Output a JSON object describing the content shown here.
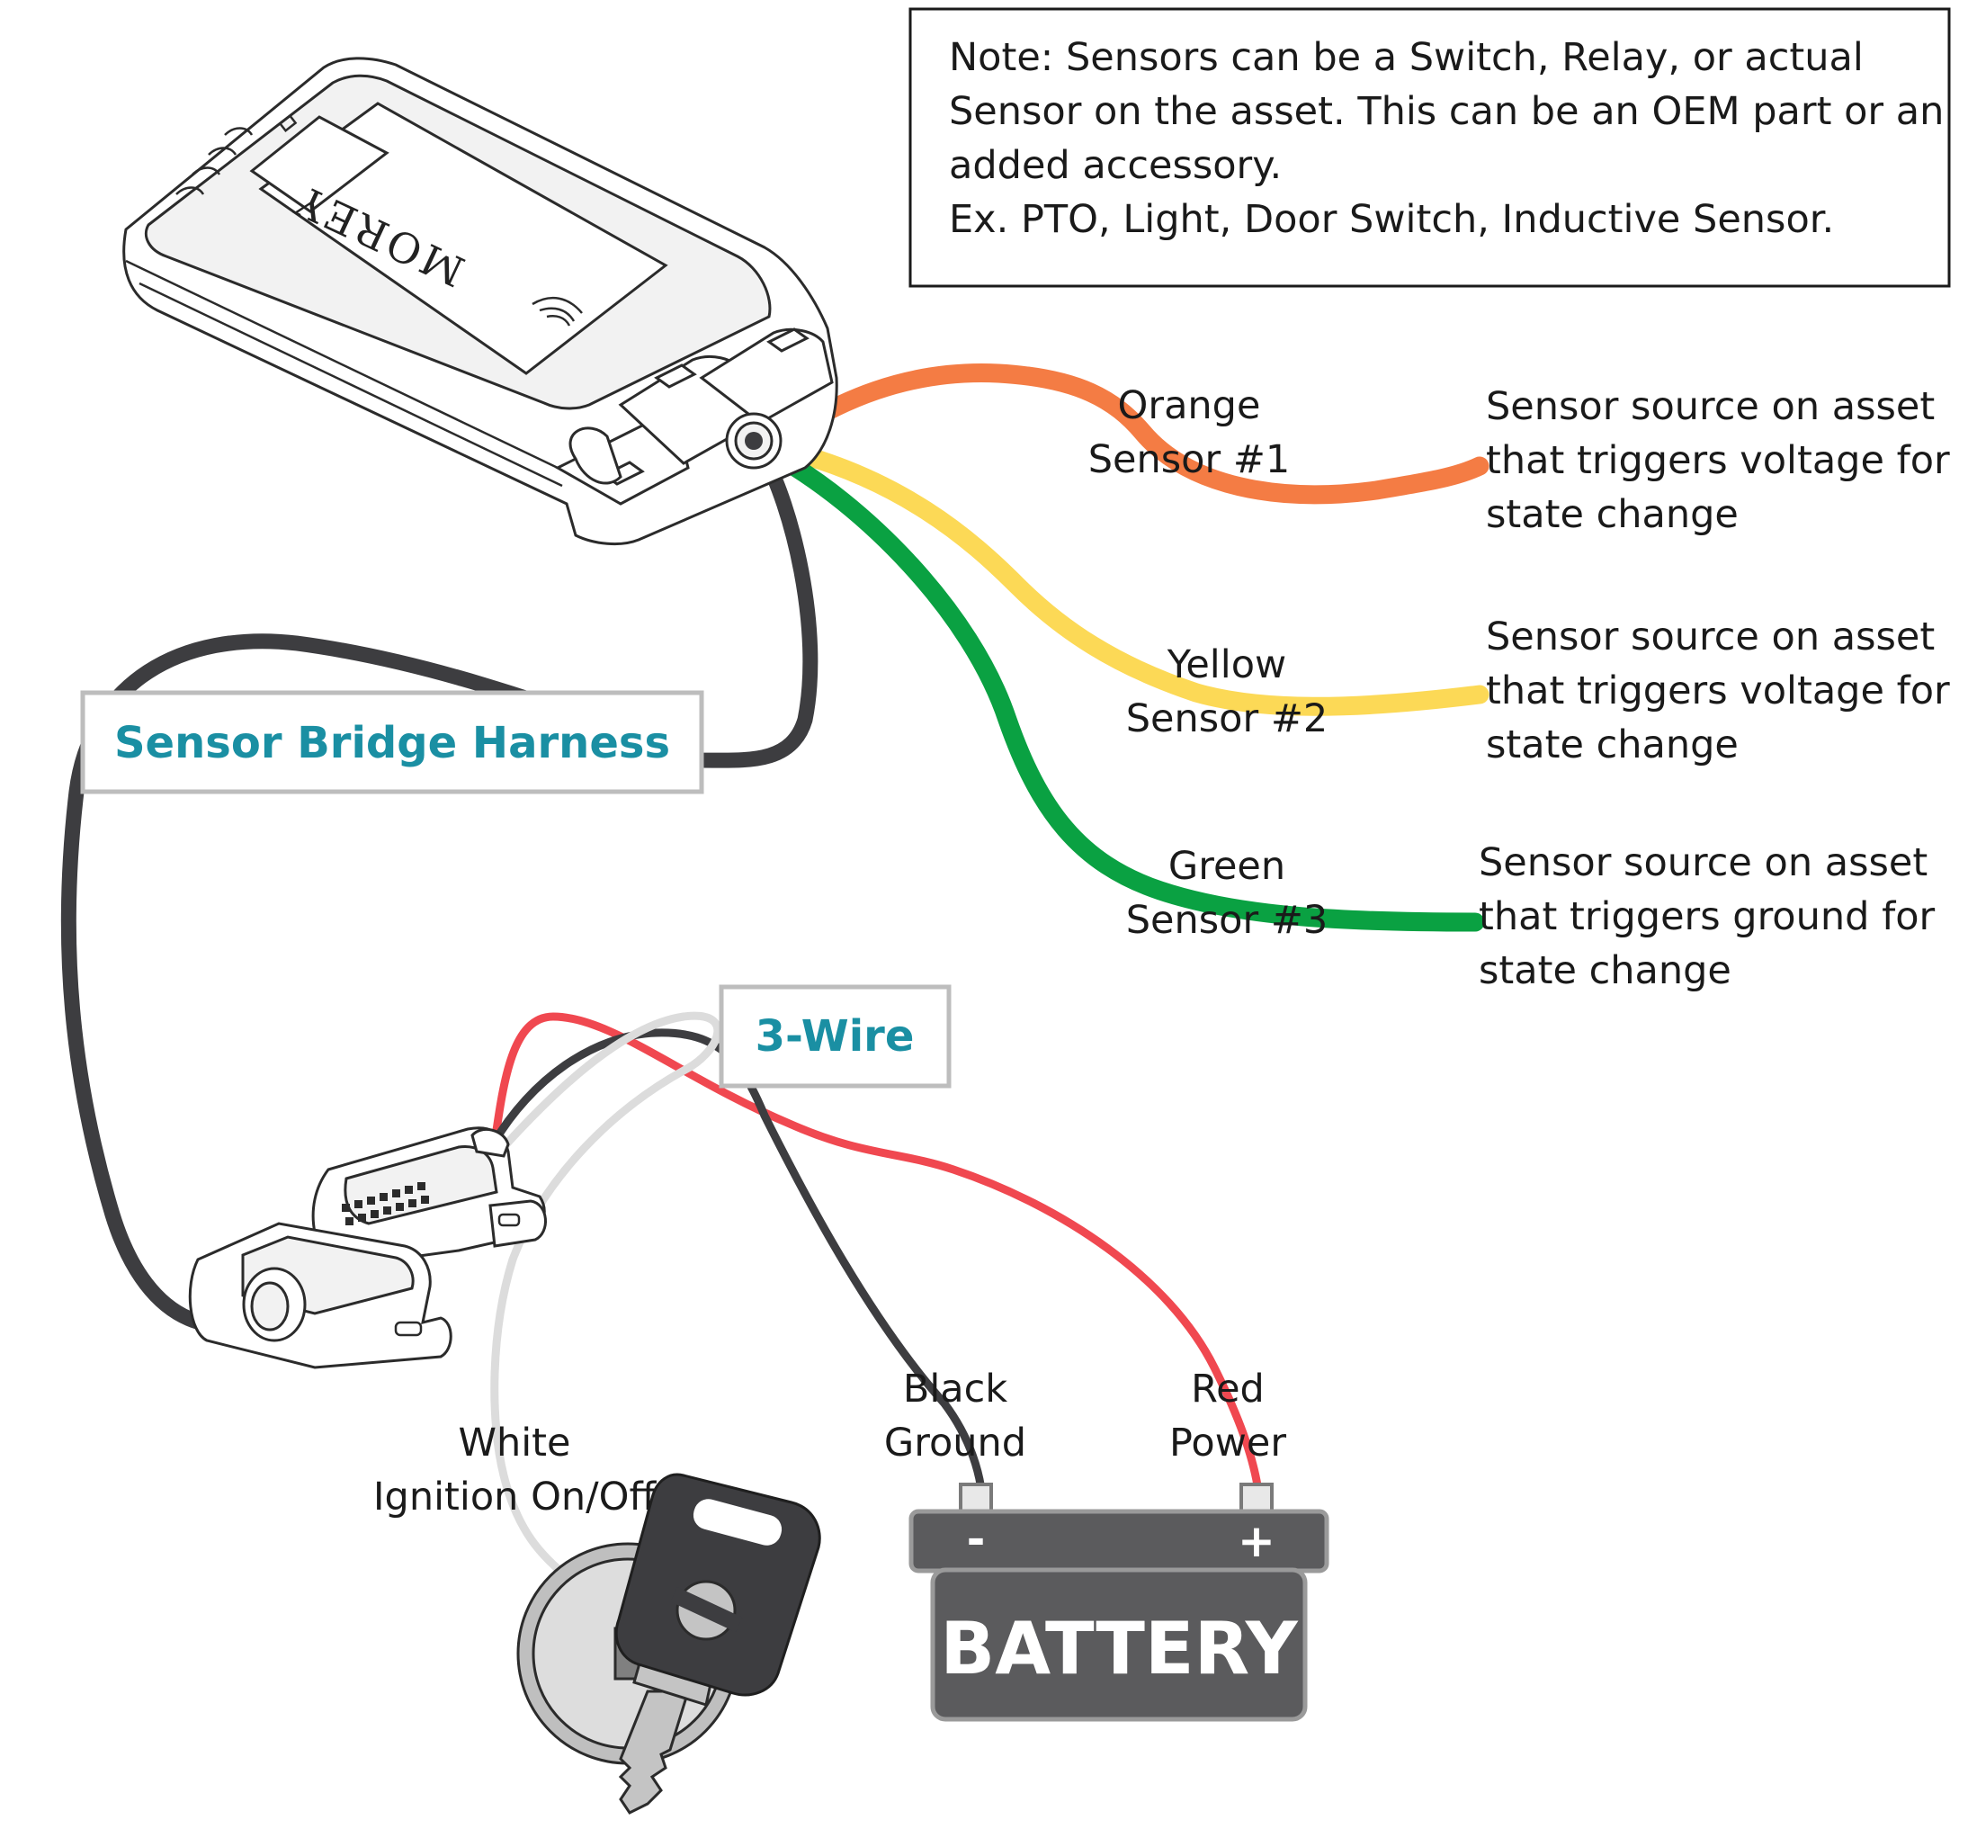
{
  "note": {
    "lines": [
      "Note: Sensors can be a Switch, Relay, or actual",
      "Sensor on the asset. This can be an OEM part or an",
      "added accessory.",
      "Ex. PTO, Light, Door Switch, Inductive Sensor."
    ]
  },
  "device": {
    "brand": "MOREY"
  },
  "sensors": [
    {
      "wire_color": "Orange",
      "sensor": "Sensor #1",
      "color": "#f47c44",
      "source": [
        "Sensor source on asset",
        "that triggers voltage for",
        "state change"
      ]
    },
    {
      "wire_color": "Yellow",
      "sensor": "Sensor #2",
      "color": "#fcd956",
      "source": [
        "Sensor source on asset",
        "that triggers voltage for",
        "state change"
      ]
    },
    {
      "wire_color": "Green",
      "sensor": "Sensor #3",
      "color": "#0aa142",
      "source": [
        "Sensor source on asset",
        "that triggers ground for",
        "state change"
      ]
    }
  ],
  "harness": {
    "label": "Sensor Bridge Harness"
  },
  "three_wire": {
    "label": "3-Wire"
  },
  "wires": {
    "white": {
      "line1": "White",
      "line2": "Ignition On/Off",
      "color": "#dcdcdc"
    },
    "black": {
      "line1": "Black",
      "line2": "Ground",
      "color": "#3d3d40"
    },
    "red": {
      "line1": "Red",
      "line2": "Power",
      "color": "#f04850"
    }
  },
  "battery": {
    "label": "BATTERY",
    "neg": "-",
    "pos": "+",
    "color": "#5b5b5d"
  },
  "colors": {
    "label_teal": "#1a8fa3",
    "box_border": "#bdbdbd"
  }
}
